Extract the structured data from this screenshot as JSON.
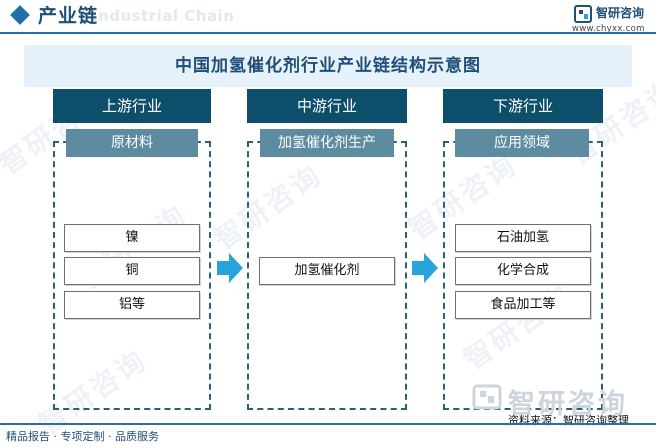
{
  "header": {
    "title": "产业链",
    "watermark": "Industrial Chain",
    "logo_icon": "zhiyan-logo-icon",
    "brand_name": "智研咨询",
    "url": "www.chyxx.com"
  },
  "diagram": {
    "title": "中国加氢催化剂行业产业链结构示意图",
    "columns": [
      {
        "header": "上游行业",
        "subheader": "原材料",
        "items": [
          "镍",
          "铜",
          "铝等"
        ]
      },
      {
        "header": "中游行业",
        "subheader": "加氢催化剂生产",
        "items": [
          "加氢催化剂"
        ]
      },
      {
        "header": "下游行业",
        "subheader": "应用领域",
        "items": [
          "石油加氢",
          "化学合成",
          "食品加工等"
        ]
      }
    ],
    "arrow_icon": "right-arrow-icon",
    "colors": {
      "header_bg": "#0d4f6b",
      "subheader_bg": "#5d8ca0",
      "banner_bg": "#e6f2fb",
      "arrow": "#29a3dc",
      "dash": "#2d5f75"
    }
  },
  "watermark": {
    "text": "智研咨询"
  },
  "footer": {
    "left_text": "精品报告 · 专项定制 · 品质服务",
    "source_text": "资料来源：智研咨询整理",
    "brand_watermark": "智研咨询"
  }
}
